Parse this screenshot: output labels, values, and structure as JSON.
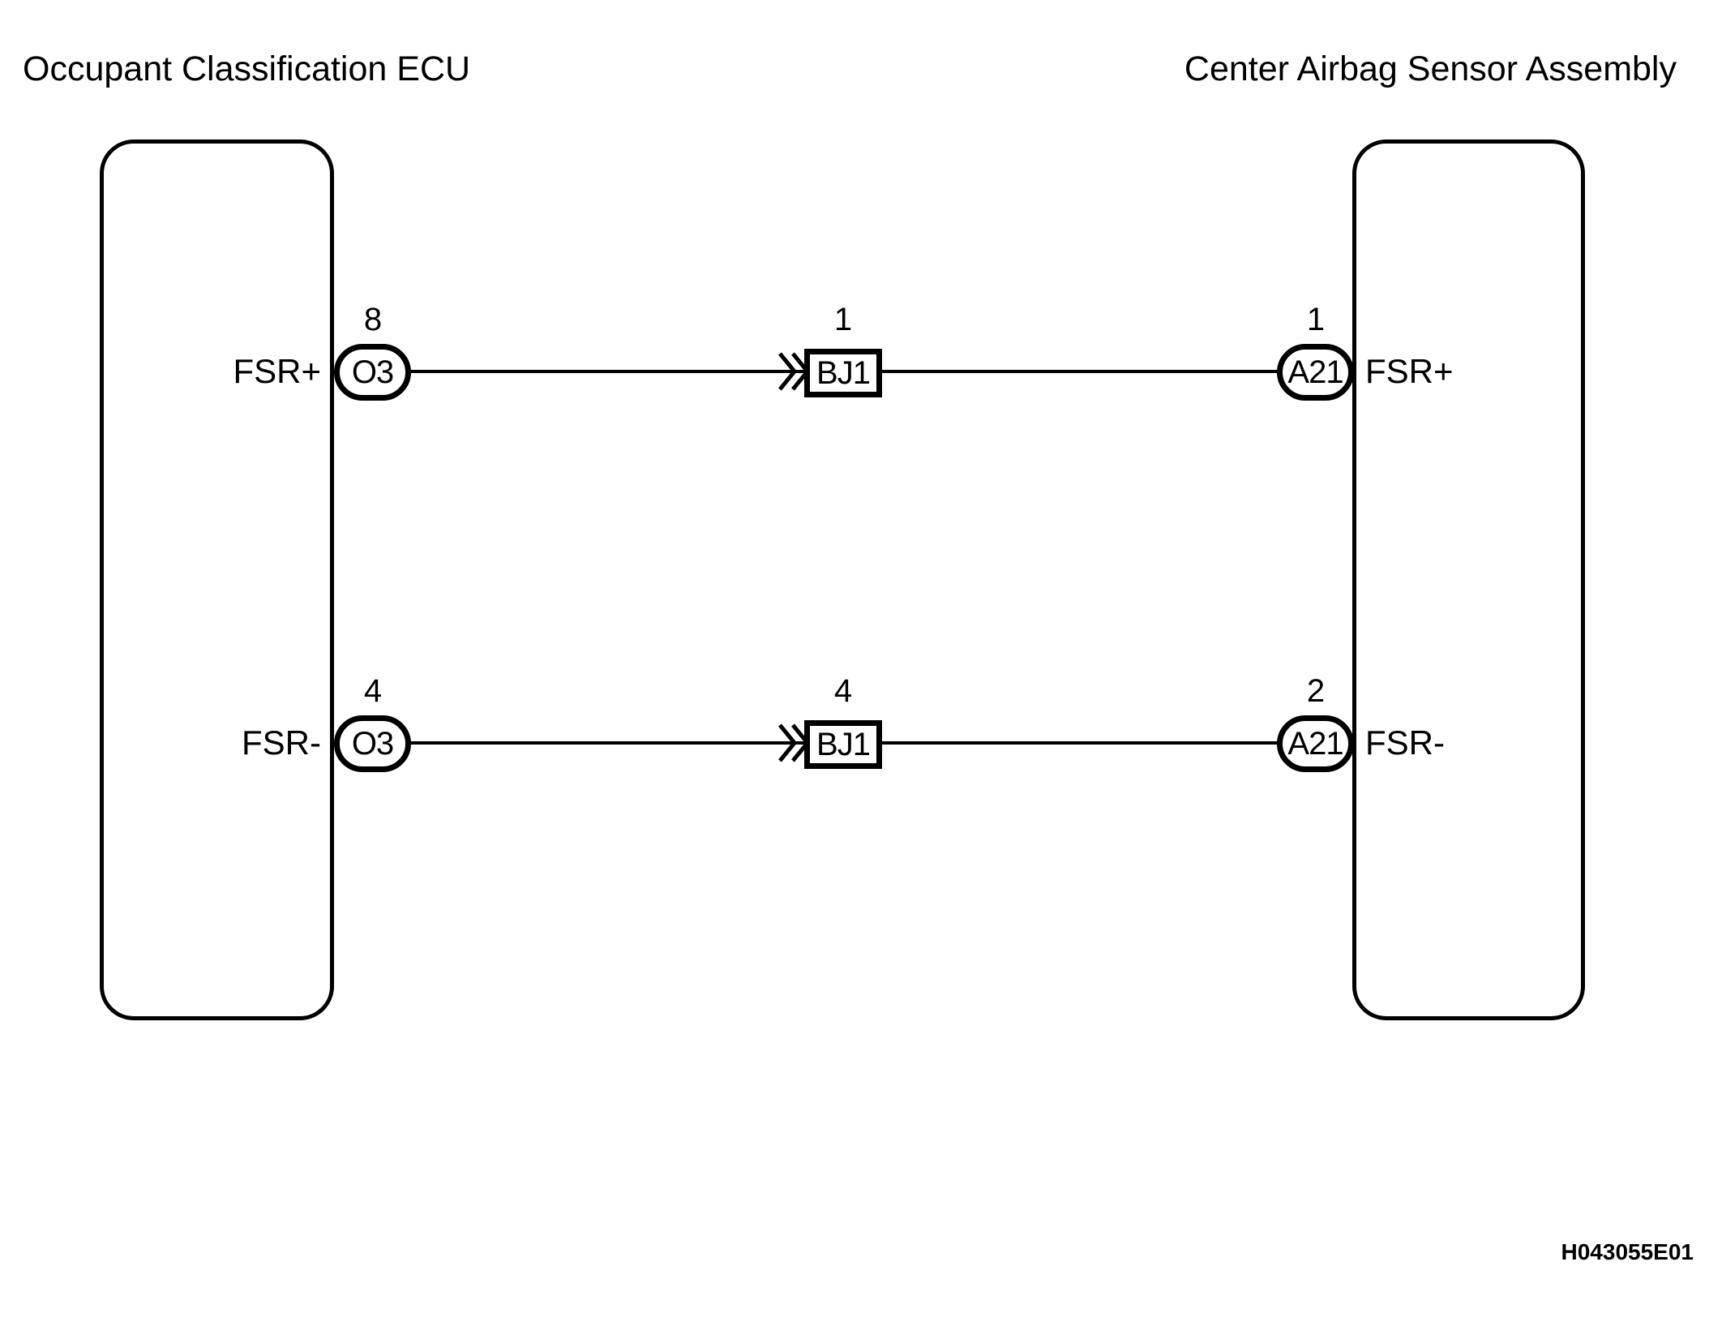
{
  "page": {
    "background": "#ffffff",
    "line_color": "#000000"
  },
  "diagram": {
    "left_component": "Occupant Classification ECU",
    "right_component": "Center Airbag Sensor Assembly",
    "figure_code": "H043055E01",
    "rows": [
      {
        "left_signal": "FSR+",
        "left_pin": "8",
        "left_connector": "O3",
        "junction_pin": "1",
        "junction_label": "BJ1",
        "right_pin": "1",
        "right_connector": "A21",
        "right_signal": "FSR+"
      },
      {
        "left_signal": "FSR-",
        "left_pin": "4",
        "left_connector": "O3",
        "junction_pin": "4",
        "junction_label": "BJ1",
        "right_pin": "2",
        "right_connector": "A21",
        "right_signal": "FSR-"
      }
    ]
  }
}
